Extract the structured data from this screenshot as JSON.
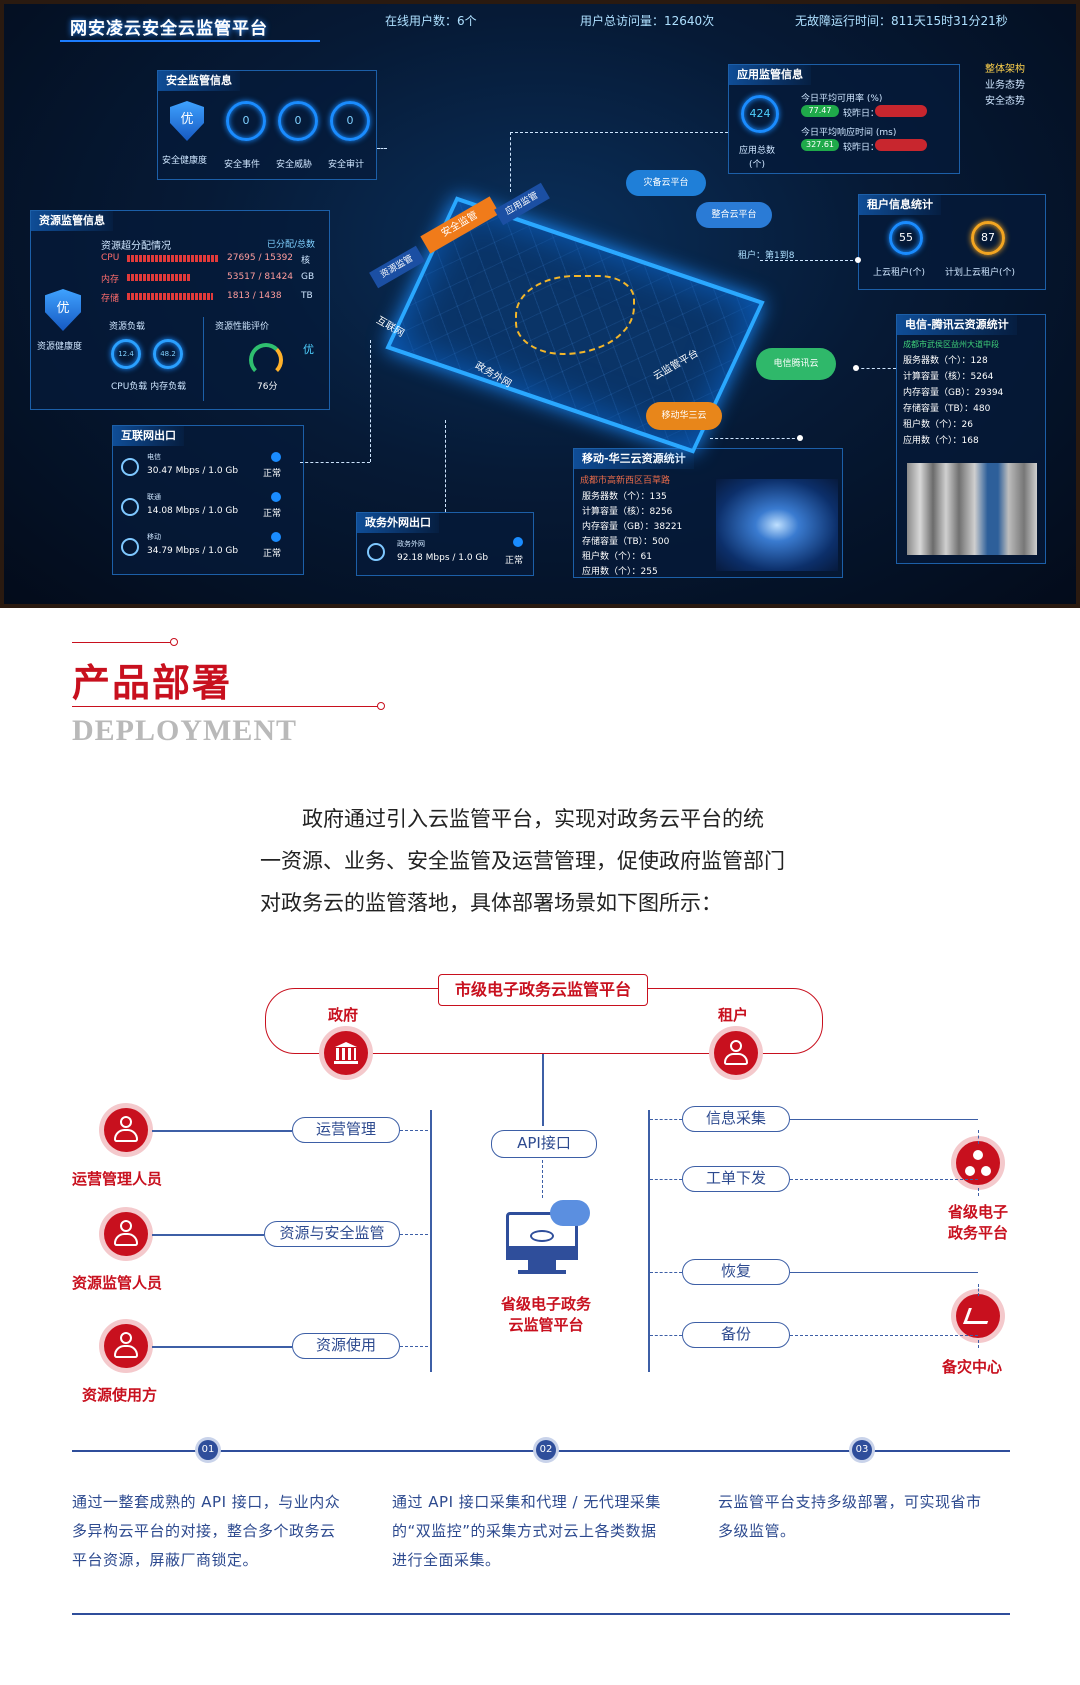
{
  "dashboard": {
    "title": "网安凌云安全云监管平台",
    "header": {
      "online_users": "在线用户数：6个",
      "total_visits": "用户总访问量：12640次",
      "uptime": "无故障运行时间：811天15时31分21秒"
    },
    "legend": [
      "整体架构",
      "业务态势",
      "安全态势"
    ],
    "security": {
      "title": "安全监管信息",
      "health_label": "安全健康度",
      "grade": "优",
      "events": {
        "value": "0",
        "label": "安全事件"
      },
      "threats": {
        "value": "0",
        "label": "安全威胁"
      },
      "audit": {
        "value": "0",
        "label": "安全审计"
      }
    },
    "resource": {
      "title": "资源监管信息",
      "health_label": "资源健康度",
      "grade": "优",
      "alloc_title": "资源超分配情况",
      "alloc_hint": "已分配/总数",
      "rows": [
        {
          "name": "CPU",
          "value": "27695 / 15392",
          "unit": "核",
          "fill": 0.95
        },
        {
          "name": "内存",
          "value": "53517 / 81424",
          "unit": "GB",
          "fill": 0.66
        },
        {
          "name": "存储",
          "value": "1813 / 1438",
          "unit": "TB",
          "fill": 0.9
        }
      ],
      "load_title": "资源负载",
      "cpu_load": "12.4",
      "mem_load": "48.2",
      "load_labels": "CPU负载  内存负载",
      "perf_title": "资源性能评价",
      "perf_grade": "优",
      "perf_score": "76分"
    },
    "internet": {
      "title": "互联网出口",
      "rows": [
        {
          "isp": "电信",
          "rate": "30.47 Mbps / 1.0 Gb",
          "status": "正常"
        },
        {
          "isp": "联通",
          "rate": "14.08 Mbps / 1.0 Gb",
          "status": "正常"
        },
        {
          "isp": "移动",
          "rate": "34.79 Mbps / 1.0 Gb",
          "status": "正常"
        }
      ]
    },
    "gov_net": {
      "title": "政务外网出口",
      "isp": "政务外网",
      "rate": "92.18 Mbps / 1.0 Gb",
      "status": "正常"
    },
    "app": {
      "title": "应用监管信息",
      "count": "424",
      "count_label": "应用总数",
      "count_unit": "(个)",
      "avail_label": "今日平均可用率 (%)",
      "avail_value": "77.47",
      "avail_compare": "较昨日：",
      "resp_label": "今日平均响应时间 (ms)",
      "resp_value": "327.61",
      "resp_compare": "较昨日："
    },
    "tenant": {
      "title": "租户信息统计",
      "onboard": "55",
      "onboard_label": "上云租户(个)",
      "planned": "87",
      "planned_label": "计划上云租户(个)"
    },
    "telecom": {
      "title": "电信-腾讯云资源统计",
      "location": "成都市武侯区益州大道中段",
      "stats": [
        "服务器数（个）：128",
        "计算容量（核）：5264",
        "内存容量（GB）：29394",
        "存储容量（TB）：480",
        "租户数（个）：26",
        "应用数（个）：168"
      ]
    },
    "mobile": {
      "title": "移动-华三云资源统计",
      "location": "成都市高新西区百草路",
      "stats": [
        "服务器数（个）：135",
        "计算容量（核）：8256",
        "内存容量（GB）：38221",
        "存储容量（TB）：500",
        "租户数（个）：61",
        "应用数（个）：255"
      ]
    },
    "platform": {
      "tags": [
        "安全监管",
        "资源监管",
        "应用监管"
      ],
      "edges": [
        "互联网",
        "政务外网",
        "云监管平台"
      ],
      "clouds": [
        "灾备云平台",
        "整合云平台",
        "电信腾讯云",
        "移动华三云"
      ],
      "tenant_tag": "租户：第1到8"
    }
  },
  "section": {
    "title_cn": "产品部署",
    "title_en": "DEPLOYMENT",
    "paragraph": [
      "政府通过引入云监管平台，实现对政务云平台的统",
      "一资源、业务、安全监管及运营管理，促使政府监管部门",
      "对政务云的监管落地，具体部署场景如下图所示："
    ]
  },
  "diagram": {
    "top_platform": "市级电子政务云监管平台",
    "gov": "政府",
    "tenant": "租户",
    "left_roles": [
      "运营管理人员",
      "资源监管人员",
      "资源使用方"
    ],
    "left_funcs": [
      "运营管理",
      "资源与安全监管",
      "资源使用"
    ],
    "api": "API接口",
    "center_label": [
      "省级电子政务",
      "云监管平台"
    ],
    "right_funcs": [
      "信息采集",
      "工单下发",
      "恢复",
      "备份"
    ],
    "right_nodes": [
      [
        "省级电子",
        "政务平台"
      ],
      [
        "备灾中心"
      ]
    ]
  },
  "steps": [
    {
      "num": "01",
      "lines": [
        "通过一整套成熟的 API 接口，与业内众",
        "多异构云平台的对接，整合多个政务云",
        "平台资源，屏蔽厂商锁定。"
      ]
    },
    {
      "num": "02",
      "lines": [
        "通过 API 接口采集和代理 / 无代理采集",
        "的“双监控”的采集方式对云上各类数据",
        "进行全面采集。"
      ]
    },
    {
      "num": "03",
      "lines": [
        "云监管平台支持多级部署，可实现省市",
        "多级监管。"
      ]
    }
  ],
  "colors": {
    "brand_red": "#c8101e",
    "brand_blue": "#2f4e9b",
    "dash_bg": "#061a36"
  }
}
